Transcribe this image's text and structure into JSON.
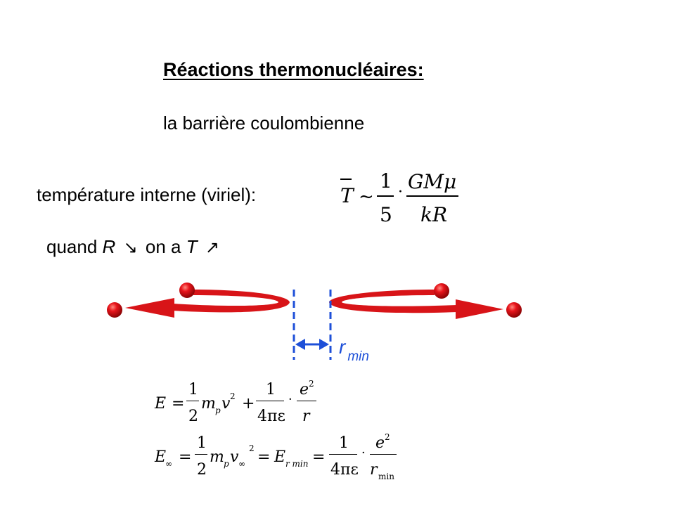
{
  "slide": {
    "title": "Réactions thermonucléaires:",
    "subtitle": "la barrière coulombienne",
    "temperature_label": "température interne (viriel):",
    "quand_text": "quand",
    "quand_R": "R",
    "arrow_down": "↘",
    "on_a_text": "on a",
    "quand_T": "T",
    "arrow_up": "↗",
    "rmin": {
      "r": "r",
      "sub": "min"
    }
  },
  "formula_temperature": {
    "T": "T",
    "sim": "~",
    "one": "1",
    "five": "5",
    "dot": "·",
    "num": "GMμ",
    "den": "kR"
  },
  "formula_energy": {
    "E": "E",
    "eq": "=",
    "half_num": "1",
    "half_den": "2",
    "m": "m",
    "p": "p",
    "v": "v",
    "sq": "2",
    "plus": "+",
    "one": "1",
    "four_pi_eps": "4πε",
    "dot": "·",
    "e": "e",
    "r": "r"
  },
  "formula_infinity": {
    "E": "E",
    "inf": "∞",
    "eq": "=",
    "half_num": "1",
    "half_den": "2",
    "m": "m",
    "p": "p",
    "v": "v",
    "sq": "2",
    "E2": "E",
    "rmin_sub": "r min",
    "eq2": "=",
    "eq3": "=",
    "one": "1",
    "four_pi_eps": "4πε",
    "dot": "·",
    "e": "e",
    "r": "r",
    "min": "min"
  },
  "colors": {
    "particle": "#e0141a",
    "arrow_red": "#d81418",
    "barrier_blue": "#1d4fd8"
  }
}
